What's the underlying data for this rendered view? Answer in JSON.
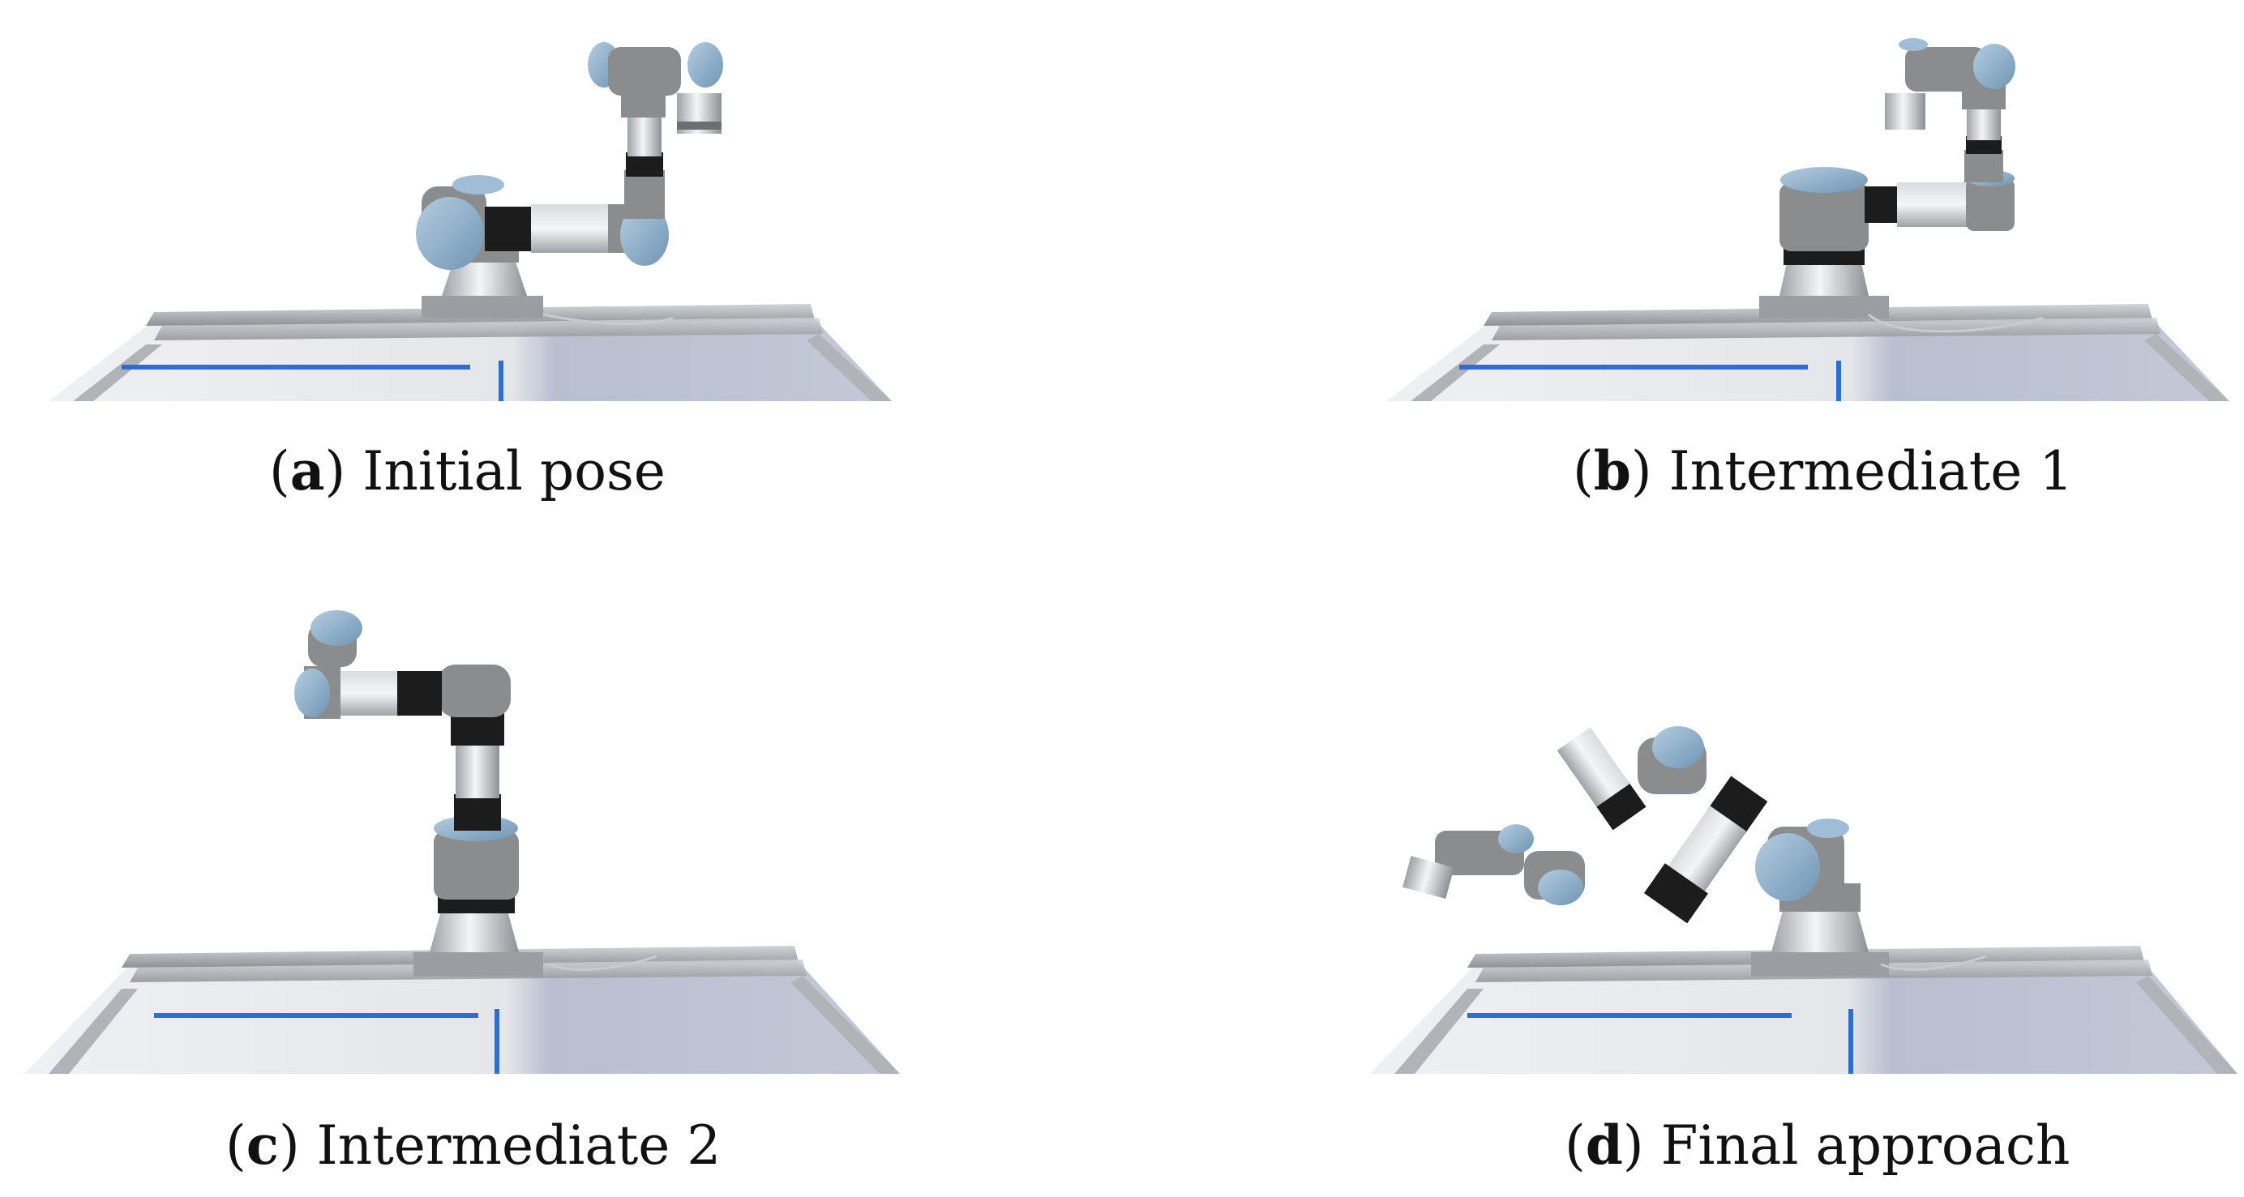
{
  "figure": {
    "panels": [
      {
        "letter": "a",
        "label": "Initial pose"
      },
      {
        "letter": "b",
        "label": "Intermediate 1"
      },
      {
        "letter": "c",
        "label": "Intermediate 2"
      },
      {
        "letter": "d",
        "label": "Final approach"
      }
    ],
    "colors": {
      "joint_cap": "#8fb3cf",
      "link_gray": "#8a8c8e",
      "link_light": "#b9bcbf",
      "band_black": "#1c1c1c",
      "table_rail": "#a9adb0",
      "table_surface": "#e6e8ec",
      "tape_blue": "#2b6fd6"
    }
  }
}
